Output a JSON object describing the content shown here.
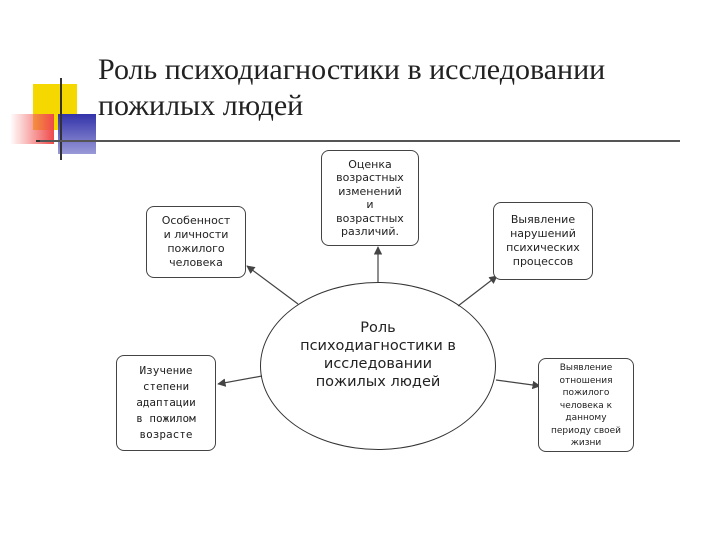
{
  "slide": {
    "title": "Роль психодиагностики в исследовании\nпожилых людей"
  },
  "diagram": {
    "center": "Роль\nпсиходиагностики в\nисследовании\nпожилых людей",
    "top": "Оценка\nвозрастных\nизменений\nи\nвозрастных\nразличий.",
    "top_left": "Особенност\nи личности\nпожилого\nчеловека",
    "bottom_left": "Изучение\nстепени\nадаптации\nв пожилом\nвозрасте",
    "top_right": "Выявление\nнарушений\nпсихических\nпроцессов",
    "bottom_right": "Выявление\nотношения\nпожилого\nчеловека к\nданному\nпериоду своей\nжизни"
  },
  "colors": {
    "deco_yellow": "#f5d800",
    "deco_red": "#f04a4a",
    "deco_blue": "#3333aa",
    "line": "#444444"
  }
}
